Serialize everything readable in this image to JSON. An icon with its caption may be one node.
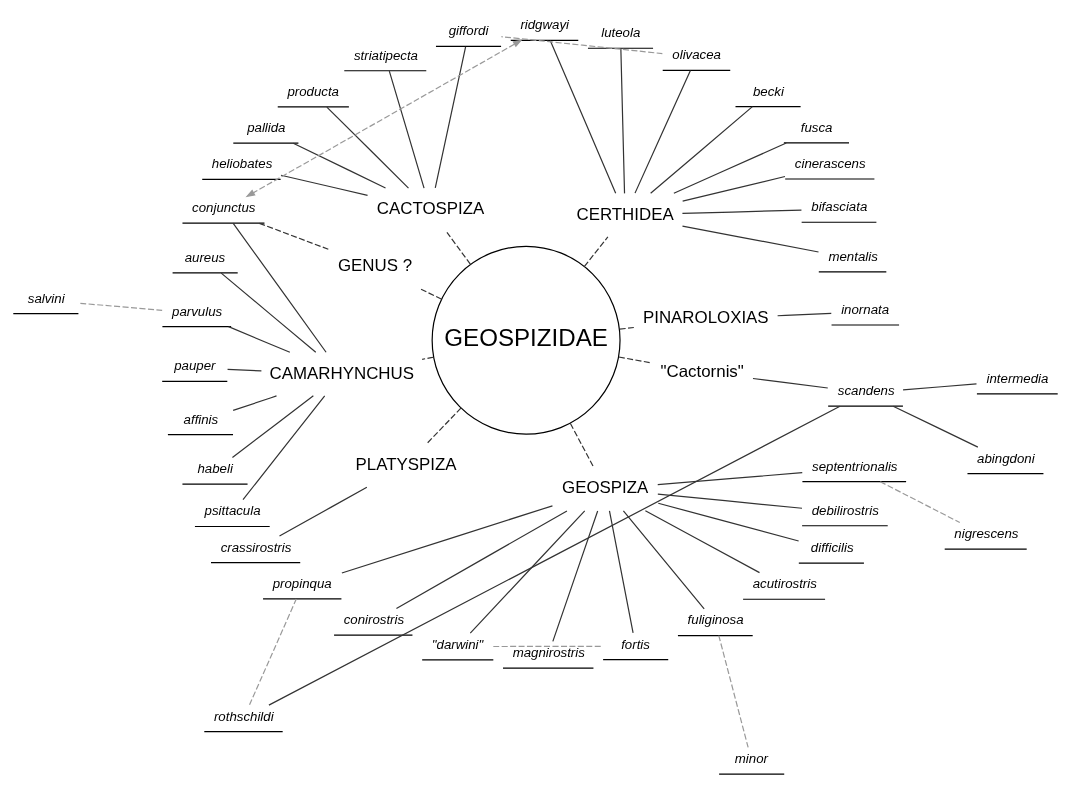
{
  "diagram": {
    "nodes": [
      {
        "text": [
          "GEOSPIZIDAE"
        ]
      },
      {
        "text": [
          "PINAROLOXIAS"
        ]
      },
      {
        "text": [
          "CERTHIDEA"
        ]
      },
      {
        "text": [
          "CACTOSPIZA"
        ]
      },
      {
        "text": [
          "GENUS ?"
        ]
      },
      {
        "text": [
          "CAMARHYNCHUS"
        ]
      },
      {
        "text": [
          "PLATYSPIZA"
        ]
      },
      {
        "text": [
          "GEOSPIZA"
        ]
      },
      {
        "text": [
          "\"Cactornis\""
        ]
      },
      {
        "text": [
          "inornata"
        ]
      },
      {
        "text": [
          "mentalis"
        ]
      },
      {
        "text": [
          "bifasciata"
        ]
      },
      {
        "text": [
          "cinerascens"
        ]
      },
      {
        "text": [
          "fusca"
        ]
      },
      {
        "text": [
          "becki"
        ]
      },
      {
        "text": [
          "olivacea"
        ]
      },
      {
        "text": [
          "luteola"
        ]
      },
      {
        "text": [
          "ridgwayi"
        ]
      },
      {
        "text": [
          "giffordi"
        ]
      },
      {
        "text": [
          "striatipecta"
        ]
      },
      {
        "text": [
          "producta"
        ]
      },
      {
        "text": [
          "pallida"
        ]
      },
      {
        "text": [
          "heliobates"
        ]
      },
      {
        "text": [
          "conjunctus"
        ]
      },
      {
        "text": [
          "aureus"
        ]
      },
      {
        "text": [
          "parvulus"
        ]
      },
      {
        "text": [
          "salvini"
        ]
      },
      {
        "text": [
          "pauper"
        ]
      },
      {
        "text": [
          "affinis"
        ]
      },
      {
        "text": [
          "habeli"
        ]
      },
      {
        "text": [
          "psittacula"
        ]
      },
      {
        "text": [
          "crassirostris"
        ]
      },
      {
        "text": [
          "scandens"
        ]
      },
      {
        "text": [
          "rothschildi"
        ]
      },
      {
        "text": [
          "abingdoni"
        ]
      },
      {
        "text": [
          "intermedia"
        ]
      },
      {
        "text": [
          "propinqua"
        ]
      },
      {
        "text": [
          "conirostris"
        ]
      },
      {
        "text": [
          "\"darwini\""
        ]
      },
      {
        "text": [
          "magnirostris"
        ]
      },
      {
        "text": [
          "fortis"
        ]
      },
      {
        "text": [
          "fuliginosa"
        ]
      },
      {
        "text": [
          "minor"
        ]
      },
      {
        "text": [
          "acutirostris"
        ]
      },
      {
        "text": [
          "difficilis"
        ]
      },
      {
        "text": [
          "debilirostris"
        ]
      },
      {
        "text": [
          "septentrionalis"
        ]
      },
      {
        "text": [
          "nigrescens"
        ]
      }
    ],
    "edges": [
      {
        "from": 0,
        "to": 1,
        "arrow": "none",
        "style": "dashed"
      },
      {
        "from": 0,
        "to": 2,
        "arrow": "none",
        "style": "dashed"
      },
      {
        "from": 0,
        "to": 3,
        "arrow": "none",
        "style": "dashed"
      },
      {
        "from": 0,
        "to": 4,
        "arrow": "none",
        "style": "dashed"
      },
      {
        "from": 0,
        "to": 5,
        "arrow": "none",
        "style": "dashed"
      },
      {
        "from": 0,
        "to": 6,
        "arrow": "none",
        "style": "dashed"
      },
      {
        "from": 0,
        "to": 7,
        "arrow": "none",
        "style": "dashed"
      },
      {
        "from": 0,
        "to": 8,
        "arrow": "none",
        "style": "dashed"
      },
      {
        "from": 1,
        "to": 9,
        "arrow": "none"
      },
      {
        "from": 2,
        "to": 10,
        "arrow": "none"
      },
      {
        "from": 2,
        "to": 11,
        "arrow": "none"
      },
      {
        "from": 2,
        "to": 12,
        "arrow": "none"
      },
      {
        "from": 2,
        "to": 13,
        "arrow": "none"
      },
      {
        "from": 2,
        "to": 14,
        "arrow": "none"
      },
      {
        "from": 2,
        "to": 15,
        "arrow": "none"
      },
      {
        "from": 2,
        "to": 16,
        "arrow": "none"
      },
      {
        "from": 2,
        "to": 17,
        "arrow": "none"
      },
      {
        "from": 3,
        "to": 18,
        "arrow": "none"
      },
      {
        "from": 3,
        "to": 19,
        "arrow": "none"
      },
      {
        "from": 3,
        "to": 20,
        "arrow": "none"
      },
      {
        "from": 3,
        "to": 21,
        "arrow": "none"
      },
      {
        "from": 3,
        "to": 22,
        "arrow": "none"
      },
      {
        "from": 4,
        "to": 23,
        "arrow": "none",
        "style": "dashed"
      },
      {
        "from": 5,
        "to": 23,
        "arrow": "none"
      },
      {
        "from": 5,
        "to": 24,
        "arrow": "none"
      },
      {
        "from": 5,
        "to": 25,
        "arrow": "none"
      },
      {
        "from": 5,
        "to": 27,
        "arrow": "none"
      },
      {
        "from": 5,
        "to": 28,
        "arrow": "none"
      },
      {
        "from": 5,
        "to": 29,
        "arrow": "none"
      },
      {
        "from": 5,
        "to": 30,
        "arrow": "none"
      },
      {
        "from": 25,
        "to": 26,
        "arrow": "none",
        "style": "dashed",
        "color": "#999999"
      },
      {
        "from": 6,
        "to": 31,
        "arrow": "none"
      },
      {
        "from": 8,
        "to": 32,
        "arrow": "none"
      },
      {
        "from": 32,
        "to": 33,
        "arrow": "none"
      },
      {
        "from": 32,
        "to": 34,
        "arrow": "none"
      },
      {
        "from": 32,
        "to": 35,
        "arrow": "none"
      },
      {
        "from": 33,
        "to": 36,
        "arrow": "none",
        "style": "dashed",
        "color": "#999999"
      },
      {
        "from": 7,
        "to": 36,
        "arrow": "none"
      },
      {
        "from": 7,
        "to": 37,
        "arrow": "none"
      },
      {
        "from": 7,
        "to": 38,
        "arrow": "none"
      },
      {
        "from": 7,
        "to": 39,
        "arrow": "none"
      },
      {
        "from": 7,
        "to": 40,
        "arrow": "none"
      },
      {
        "from": 7,
        "to": 41,
        "arrow": "none"
      },
      {
        "from": 38,
        "to": 40,
        "arrow": "none",
        "style": "dashed",
        "color": "#999999"
      },
      {
        "from": 41,
        "to": 42,
        "arrow": "none",
        "style": "dashed",
        "color": "#999999"
      },
      {
        "from": 7,
        "to": 43,
        "arrow": "none"
      },
      {
        "from": 7,
        "to": 44,
        "arrow": "none"
      },
      {
        "from": 7,
        "to": 45,
        "arrow": "none"
      },
      {
        "from": 7,
        "to": 46,
        "arrow": "none"
      },
      {
        "from": 46,
        "to": 47,
        "arrow": "none",
        "style": "dashed",
        "color": "#999999"
      },
      {
        "from": 15,
        "to": 18,
        "arrow": "none",
        "style": "dashed",
        "color": "#999999"
      },
      {
        "from": 17,
        "to": 23,
        "arrow": "both",
        "style": "dashed",
        "color": "#999999"
      }
    ]
  }
}
